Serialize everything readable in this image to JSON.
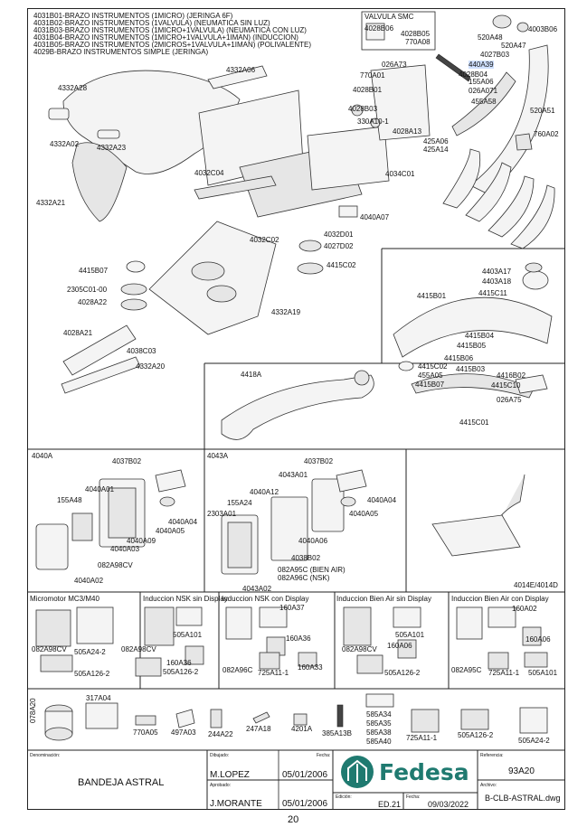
{
  "header_lines": [
    "4031B01-BRAZO INSTRUMENTOS (1MICRO) (JERINGA 6F)",
    "4031B02-BRAZO INSTRUMENTOS (1VALVULA) (NEUMATICA SIN LUZ)",
    "4031B03-BRAZO INSTRUMENTOS (1MICRO+1VALVULA) (NEUMATICA CON LUZ)",
    "4031B04-BRAZO INSTRUMENTOS (1MICRO+1VALVULA+1IMAN) (INDUCCION)",
    "4031B05-BRAZO INSTRUMENTOS (2MICROS+1VALVULA+1IMAN) (POLIVALENTE)",
    "4029B-BRAZO INSTRUMENTOS SIMPLE (JERINGA)"
  ],
  "valve_box_title": "VALVULA SMC",
  "labels_top": {
    "l4332A06": "4332A06",
    "l4332A28": "4332A28",
    "l4332A02": "4332A02",
    "l4332A23": "4332A23",
    "l4032C04": "4032C04",
    "l4332A21": "4332A21",
    "l4034C01": "4034C01",
    "l4040A07": "4040A07",
    "l4032C02": "4032C02",
    "l4032D01": "4032D01",
    "l4027D02": "4027D02",
    "l4415C02": "4415C02",
    "l4415B07": "4415B07",
    "l2305C01": "2305C01-00",
    "l4028A22": "4028A22",
    "l4028A21": "4028A21",
    "l4038C03": "4038C03",
    "l4332A20": "4332A20",
    "l4332A19": "4332A19",
    "l4028B06": "4028B06",
    "l4028B05": "4028B05",
    "l770A08": "770A08",
    "l026A73": "026A73",
    "l770A01": "770A01",
    "l4028B01": "4028B01",
    "l4028B03": "4028B03",
    "l330A10": "330A10-1",
    "l4028A13": "4028A13",
    "l425A06": "425A06",
    "l425A14": "425A14",
    "l520A48": "520A48",
    "l520A47": "520A47",
    "l4003B06": "4003B06",
    "l4027B03": "4027B03",
    "l440A39": "440A39",
    "l4028B04": "4028B04",
    "l155A06": "155A06",
    "l026A071": "026A071",
    "l455A58": "455A58",
    "l520A51": "520A51",
    "l760A02": "760A02"
  },
  "labels_right": {
    "l4403A17": "4403A17",
    "l4403A18": "4403A18",
    "l4415C11": "4415C11",
    "l4415B01": "4415B01",
    "l4415B04": "4415B04",
    "l4415B05": "4415B05",
    "l4415B06": "4415B06",
    "l4415C02b": "4415C02",
    "l455A05": "455A05",
    "l4415B07b": "4415B07",
    "l4415B03": "4415B03",
    "l4416B02": "4416B02",
    "l4415C10": "4415C10",
    "l026A75": "026A75",
    "l4415C01": "4415C01"
  },
  "label_4418A": "4418A",
  "section_4040A": {
    "title": "4040A",
    "l4037B02": "4037B02",
    "l4040A01": "4040A01",
    "l155A48": "155A48",
    "l4040A04": "4040A04",
    "l4040A05": "4040A05",
    "l4040A09": "4040A09",
    "l4040A03": "4040A03",
    "l082A98CV": "082A98CV",
    "l4040A02": "4040A02"
  },
  "section_4043A": {
    "title": "4043A",
    "l4037B02": "4037B02",
    "l4043A01": "4043A01",
    "l4040A12": "4040A12",
    "l155A24": "155A24",
    "l2303A01": "2303A01",
    "l4040A04": "4040A04",
    "l4040A05": "4040A05",
    "l4040A06": "4040A06",
    "l4038B02": "4038B02",
    "l082A95C": "082A95C (BIEN AIR)",
    "l082A96C": "082A96C (NSK)",
    "l4043A02": "4043A02"
  },
  "label_4014E": "4014E/4014D",
  "modules": [
    {
      "title": "Micromotor MC3/M40",
      "labels": [
        "082A98CV",
        "505A24-2",
        "505A126-2"
      ]
    },
    {
      "title": "Induccion NSK sin Display",
      "labels": [
        "082A98CV",
        "505A101",
        "160A36",
        "505A126-2"
      ]
    },
    {
      "title": "Induccion NSK con Display",
      "labels": [
        "160A37",
        "160A36",
        "082A96C",
        "725A11-1",
        "160A33"
      ]
    },
    {
      "title": "Induccion Bien Air sin Display",
      "labels": [
        "505A101",
        "082A98CV",
        "160A06",
        "505A126-2"
      ]
    },
    {
      "title": "Induccion Bien Air con Display",
      "labels": [
        "160A02",
        "160A06",
        "082A95C",
        "725A11-1",
        "505A101"
      ]
    }
  ],
  "bottom_row": {
    "l078A20": "078A20",
    "l317A04": "317A04",
    "l770A05": "770A05",
    "l497A03": "497A03",
    "l244A22": "244A22",
    "l247A18": "247A18",
    "l4201A": "4201A",
    "l385A13B": "385A13B",
    "l585A34": "585A34",
    "l585A35": "585A35",
    "l585A38": "585A38",
    "l585A40": "585A40",
    "l725A11": "725A11-1",
    "l505A126": "505A126-2",
    "l505A24": "505A24-2"
  },
  "footer": {
    "denominacion_label": "Denominación:",
    "denominacion": "BANDEJA ASTRAL",
    "dibujado_label": "Dibujado:",
    "dibujado": "M.LOPEZ",
    "fecha_label": "Fecha:",
    "fecha_dibujado": "05/01/2006",
    "aprobado_label": "Aprobado:",
    "aprobado": "J.MORANTE",
    "fecha_aprobado": "05/01/2006",
    "edicion_label": "Edición:",
    "edicion": "ED.21",
    "fecha2_label": "Fecha:",
    "fecha_edicion": "09/03/2022",
    "brand": "Fedesa",
    "referencia_label": "Referencia:",
    "referencia": "93A20",
    "archivo_label": "Archivo:",
    "archivo": "B-CLB-ASTRAL.dwg"
  },
  "page_number": "20"
}
